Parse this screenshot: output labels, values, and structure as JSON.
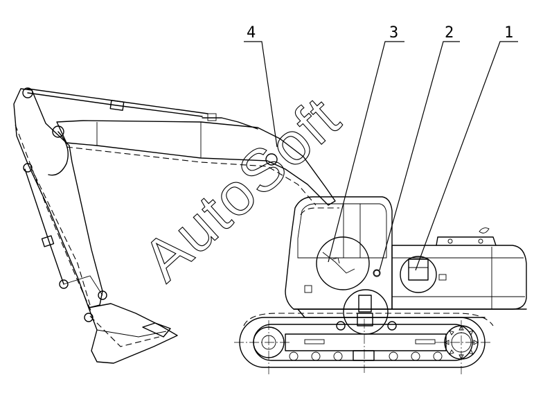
{
  "diagram": {
    "watermark": "AutoSoft",
    "callouts": [
      {
        "label": "4"
      },
      {
        "label": "3"
      },
      {
        "label": "2"
      },
      {
        "label": "1"
      }
    ]
  }
}
